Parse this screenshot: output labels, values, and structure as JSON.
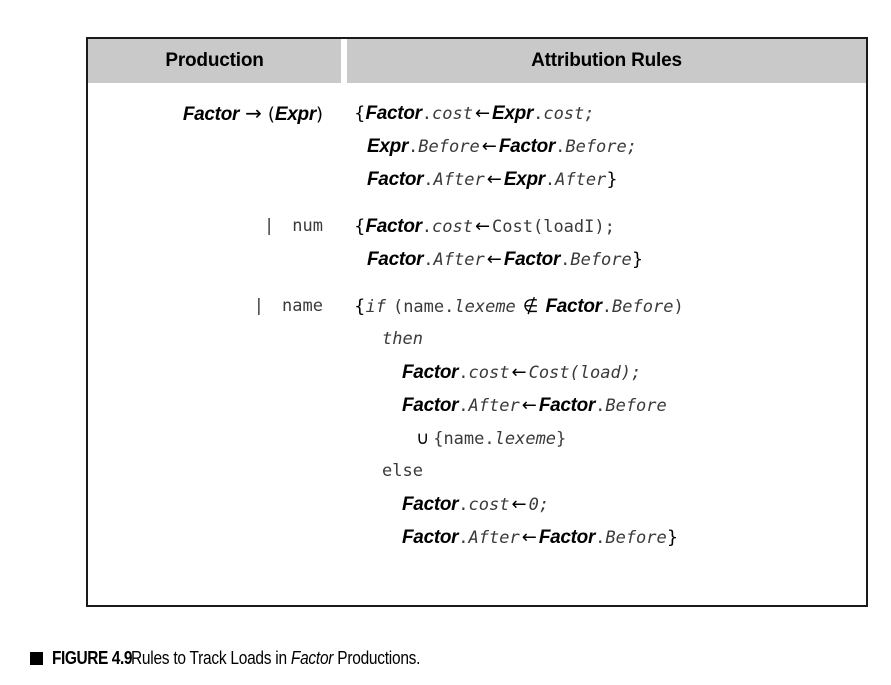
{
  "table": {
    "headers": {
      "production": "Production",
      "attribution": "Attribution Rules"
    },
    "header_bg": "#c9c9c9",
    "border_color": "#1a1a1a",
    "rows": [
      {
        "production": {
          "lhs": "Factor",
          "arrow": "→",
          "open_paren": "(",
          "rhs": "Expr",
          "close_paren": ")"
        },
        "rules": [
          {
            "open_brace": "{",
            "lhs_sym": "Factor",
            "lhs_dot": ".",
            "lhs_attr": "cost",
            "assign": "←",
            "rhs_sym": "Expr",
            "rhs_dot": ".",
            "rhs_attr": "cost",
            "terminator": ";"
          },
          {
            "lhs_sym": "Expr",
            "lhs_dot": ".",
            "lhs_attr": "Before",
            "assign": "←",
            "rhs_sym": "Factor",
            "rhs_dot": ".",
            "rhs_attr": "Before",
            "terminator": ";"
          },
          {
            "lhs_sym": "Factor",
            "lhs_dot": ".",
            "lhs_attr": "After",
            "assign": "←",
            "rhs_sym": "Expr",
            "rhs_dot": ".",
            "rhs_attr": "After",
            "close_brace": "}"
          }
        ]
      },
      {
        "production": {
          "alt_bar": "|",
          "terminal": "num"
        },
        "rules": [
          {
            "open_brace": "{",
            "lhs_sym": "Factor",
            "lhs_dot": ".",
            "lhs_attr": "cost",
            "assign": "←",
            "call": "Cost(loadI)",
            "terminator": ";"
          },
          {
            "lhs_sym": "Factor",
            "lhs_dot": ".",
            "lhs_attr": "After",
            "assign": "←",
            "rhs_sym": "Factor",
            "rhs_dot": ".",
            "rhs_attr": "Before",
            "close_brace": "}"
          }
        ]
      },
      {
        "production": {
          "alt_bar": "|",
          "terminal": "name"
        },
        "rules": [
          {
            "open_brace": "{",
            "keyword": "if",
            "open_paren": "(",
            "test_obj": "name.",
            "test_field": "lexeme",
            "not_member": "∉",
            "set_sym": "Factor",
            "set_dot": ".",
            "set_attr": "Before",
            "close_paren": ")"
          },
          {
            "keyword": "then"
          },
          {
            "lhs_sym": "Factor",
            "lhs_dot": ".",
            "lhs_attr": "cost",
            "assign": "←",
            "call": "Cost(load)",
            "terminator": ";"
          },
          {
            "lhs_sym": "Factor",
            "lhs_dot": ".",
            "lhs_attr": "After",
            "assign": "←",
            "rhs_sym": "Factor",
            "rhs_dot": ".",
            "rhs_attr": "Before"
          },
          {
            "union": "∪",
            "set_open": "{",
            "set_obj": "name.",
            "set_field": "lexeme",
            "set_close": "}"
          },
          {
            "keyword": "else"
          },
          {
            "lhs_sym": "Factor",
            "lhs_dot": ".",
            "lhs_attr": "cost",
            "assign": "←",
            "value": "0",
            "terminator": ";"
          },
          {
            "lhs_sym": "Factor",
            "lhs_dot": ".",
            "lhs_attr": "After",
            "assign": "←",
            "rhs_sym": "Factor",
            "rhs_dot": ".",
            "rhs_attr": "Before",
            "close_brace": "}"
          }
        ]
      }
    ]
  },
  "caption": {
    "bullet": "square-bullet",
    "label": "FIGURE 4.9",
    "text_before": "Rules to Track Loads in ",
    "emphasis": "Factor",
    "text_after": " Productions."
  }
}
